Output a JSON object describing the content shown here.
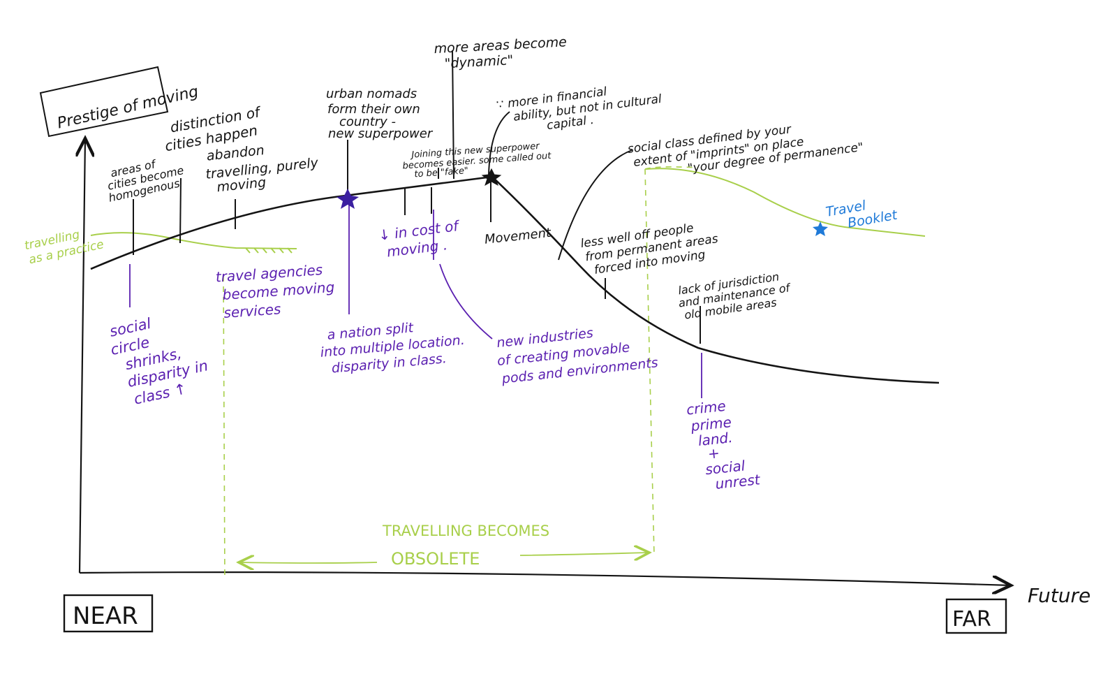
{
  "labels": {
    "y_axis_title": "Prestige of moving",
    "x_axis_end": "Future",
    "near": "NEAR",
    "far": "FAR"
  },
  "annotations_black": {
    "distinction": [
      "distinction of",
      "cities happen"
    ],
    "areas_homogenous": [
      "areas of",
      "cities become",
      "homogenous"
    ],
    "abandon": [
      "abandon",
      "travelling, purely",
      "moving"
    ],
    "urban_nomads": [
      "urban nomads",
      "form their own",
      "country -",
      "new superpower"
    ],
    "more_areas": [
      "more areas become",
      "\"dynamic\""
    ],
    "financial": [
      "∵ more in financial",
      "ability, but not in cultural",
      "capital ."
    ],
    "joining": [
      "Joining this new superpower",
      "becomes easier. some called out",
      "to be \"fake\""
    ],
    "movement": "Movement",
    "social_class": [
      "social class defined by your",
      "extent of \"imprints\" on place",
      "\"your degree of permanence\""
    ],
    "less_well_off": [
      "less well off people",
      "from permanent areas",
      "forced into moving"
    ],
    "lack_jurisdiction": [
      "lack of jurisdiction",
      "and maintenance of",
      "old mobile areas"
    ]
  },
  "annotations_purple": {
    "social_circle": [
      "social",
      "circle",
      "shrinks,",
      "disparity in",
      "class ↑"
    ],
    "travel_agencies": [
      "travel agencies",
      "become moving",
      "services"
    ],
    "nation_split": [
      "a nation split",
      "into multiple location.",
      "disparity in class."
    ],
    "cost": [
      "↓ in cost of",
      "moving ."
    ],
    "new_industries": [
      "new industries",
      "of creating movable",
      "pods and environments"
    ],
    "crime": [
      "crime",
      "prime",
      "land.",
      "+",
      "social",
      "unrest"
    ]
  },
  "annotations_green": {
    "travelling_practice": [
      "travelling",
      "as a practice"
    ],
    "obsolete": [
      "TRAVELLING BECOMES",
      "OBSOLETE"
    ]
  },
  "annotations_blue": {
    "travel_booklet": [
      "Travel",
      "Booklet"
    ]
  },
  "colors": {
    "ink_black": "#141414",
    "ink_purple": "#5a1fb0",
    "ink_green": "#a8cf4a",
    "ink_blue": "#1f7ad8"
  }
}
